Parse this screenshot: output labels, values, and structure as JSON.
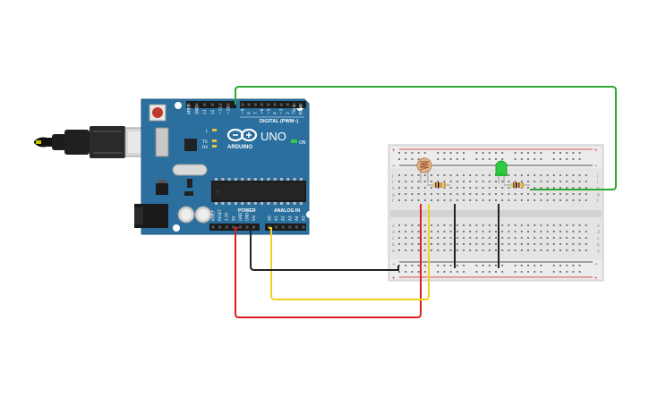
{
  "canvas": {
    "background": "#ffffff"
  },
  "arduino": {
    "logo_text": "ARDUINO",
    "model_text": "UNO",
    "on_label": "ON",
    "digital_label": "DIGITAL (PWM~)",
    "power_label": "POWER",
    "analog_label": "ANALOG IN",
    "l_label": "L",
    "tx_label": "TX",
    "rx_label": "RX",
    "board_color": "#2a6f9e",
    "digital_pins": [
      "AREF",
      "GND",
      "13",
      "12",
      "~11",
      "~10",
      "~9",
      "8",
      "7",
      "~6",
      "~5",
      "4",
      "~3",
      "2",
      "TX▸1",
      "RX◂0"
    ],
    "power_pins": [
      "IOREF",
      "RESET",
      "3.3V",
      "5V",
      "GND",
      "GND",
      "Vin"
    ],
    "analog_pins": [
      "A0",
      "A1",
      "A2",
      "A3",
      "A4",
      "A5"
    ]
  },
  "breadboard": {
    "rail_plus": "+",
    "rail_minus": "−",
    "row_letters_top": [
      "j",
      "i",
      "h",
      "g",
      "f"
    ],
    "row_letters_bottom": [
      "e",
      "d",
      "c",
      "b",
      "a"
    ],
    "column_numbers": [
      "1",
      "5",
      "10",
      "15",
      "20",
      "25",
      "30"
    ]
  },
  "components": {
    "led": {
      "name": "LED",
      "color": "#2ecc40"
    },
    "ldr": {
      "name": "photoresistor"
    },
    "resistor_ldr": {
      "name": "resistor"
    },
    "resistor_led": {
      "name": "resistor"
    }
  },
  "wires": {
    "green": "#2ea836",
    "red": "#d92020",
    "yellow": "#f0d020",
    "black": "#222222"
  },
  "usb_cable": {
    "name": "USB cable"
  },
  "colors": {
    "green": "#2ea836",
    "red": "#d92020",
    "yellow": "#f0d020",
    "black": "#222222"
  }
}
